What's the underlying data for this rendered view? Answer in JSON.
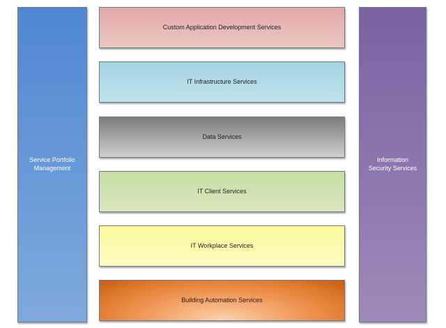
{
  "left_column": {
    "label": "Service Portfolio Management"
  },
  "right_column": {
    "label": "Information Security Services"
  },
  "services": [
    {
      "label": "Custom Application Development Services"
    },
    {
      "label": "IT Infrastructure Services"
    },
    {
      "label": "Data Services"
    },
    {
      "label": "IT Client Services"
    },
    {
      "label": "IT Workplace Services"
    },
    {
      "label": "Building Automation Services"
    }
  ]
}
